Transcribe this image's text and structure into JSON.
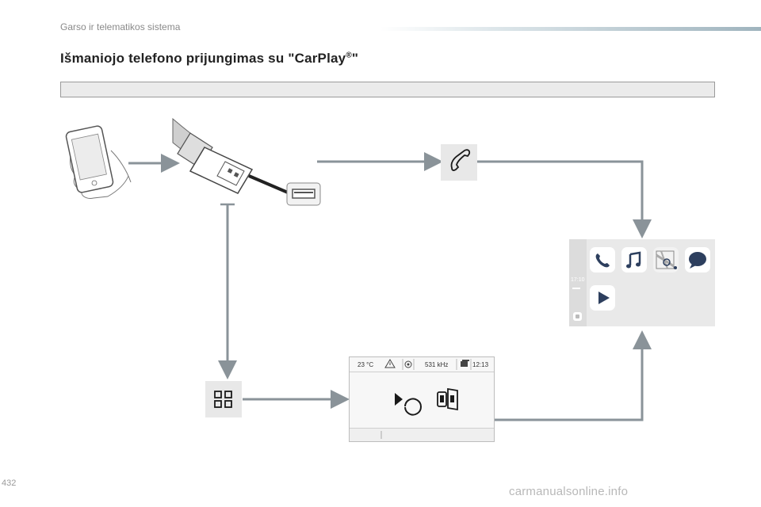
{
  "header": {
    "section_title": "Garso ir telematikos sistema"
  },
  "page": {
    "title": "Išmaniojo telefono prijungimas su \"CarPlay",
    "title_registered": "®",
    "title_end": "\"",
    "page_number": "432",
    "watermark": "carmanualsonline.info"
  },
  "radio_display": {
    "temperature": "23 °C",
    "frequency": "531 kHz",
    "time": "12:13"
  },
  "carplay_display": {
    "time": "17:10"
  },
  "colors": {
    "arrow": "#8a9399",
    "icon_tile": "#e8e8e8",
    "carplay_icon": "#2d3f5e"
  }
}
